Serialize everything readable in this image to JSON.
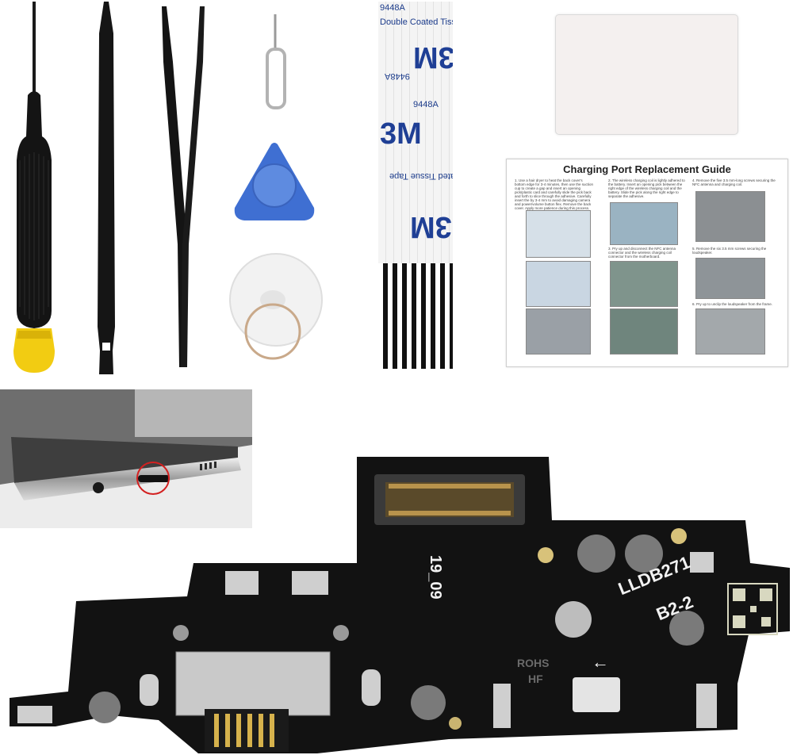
{
  "tape": {
    "code_small": "9448A",
    "label_small": "Double Coated Tissue Tape",
    "brand": "3M"
  },
  "guide": {
    "title": "Charging Port Replacement Guide",
    "steps": [
      "1. Use a hair dryer to heat the back cover's bottom edge for 3-4 minutes, then use the suction cup to create a gap and insert an opening pick/plastic card and carefully slide the pick back and forth to slice through the adhesive. Carefully insert the by 3-4 mm to avoid damaging camera and power/volume button flex. Remove the back cover. Apply more patience during this process.",
      "2. The wireless charging coil is lightly adhered to the battery. Insert an opening pick between the right edge of the wireless charging coil and the battery. Slide the pick along the right edge to separate the adhesive.",
      "3. Pry up and disconnect the NFC antenna connector and the wireless charging coil connector from the motherboard.",
      "4. Remove the five 3.5 mm-long screws securing the NFC antenna and charging coil.",
      "5. Remove the six 3.5 mm screws securing the loudspeaker.",
      "6. Pry up to unclip the loudspeaker from the frame."
    ]
  },
  "pcb": {
    "code_vertical": "19_09",
    "model": "LLDB271",
    "rev": "B2-2",
    "rohs": "ROHS",
    "hf": "HF",
    "arrow": "←"
  }
}
